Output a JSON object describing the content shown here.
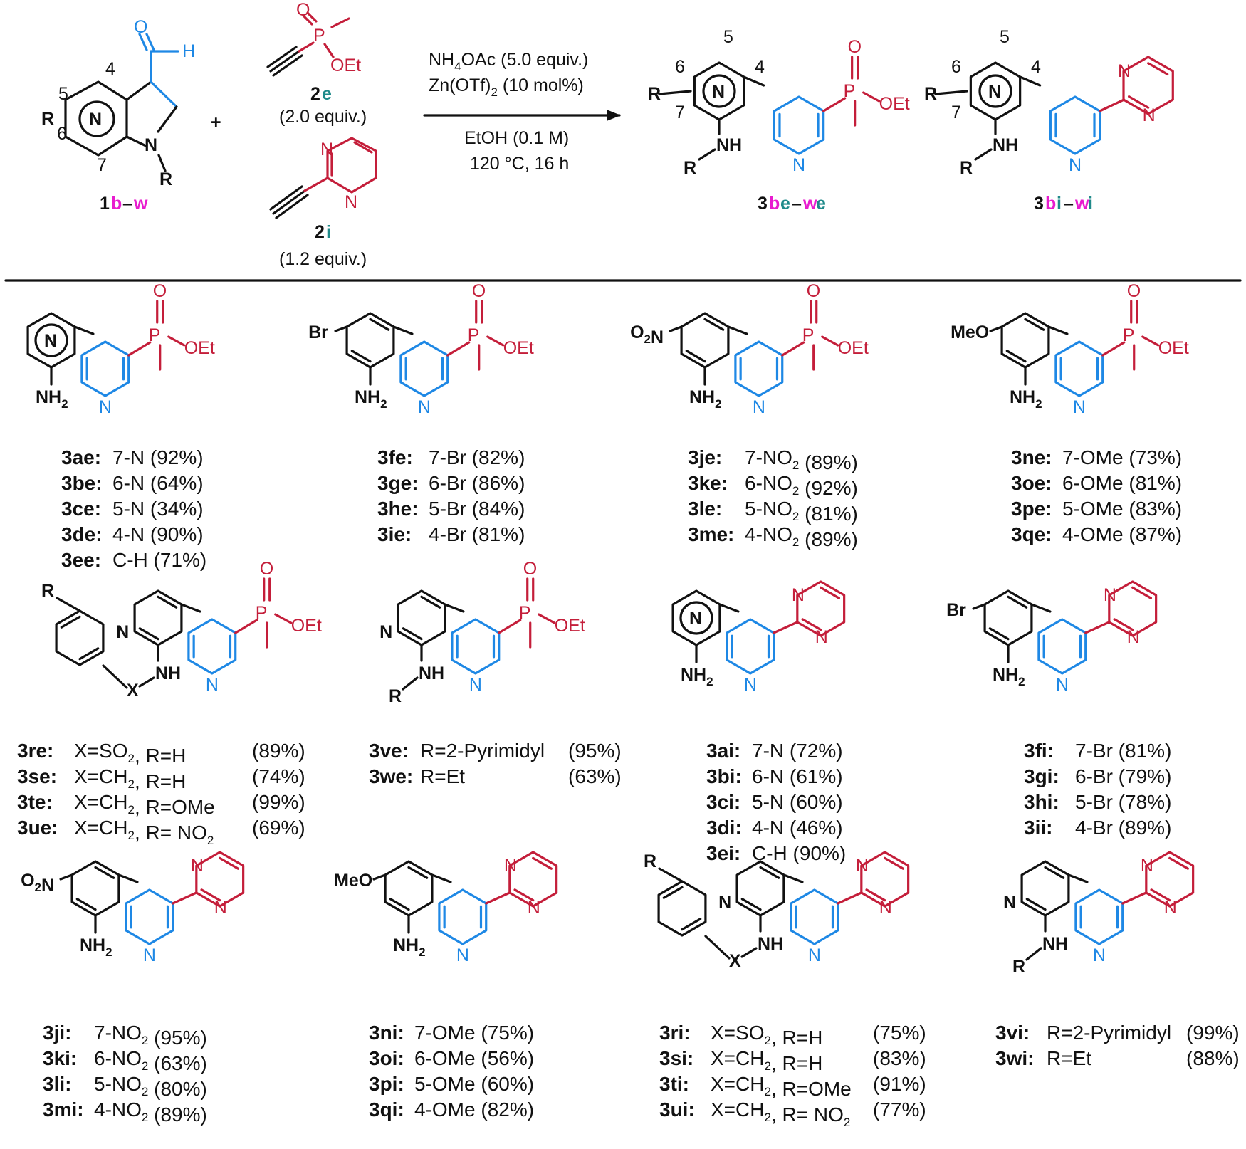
{
  "scheme": {
    "reactant1": {
      "label_prefix": "1",
      "label_b": "b",
      "dash": "–",
      "label_w": "w",
      "aldehyde_H": "H",
      "N": "N",
      "R": "R",
      "ring_positions": [
        "4",
        "5",
        "6",
        "7"
      ]
    },
    "reactant2e": {
      "label_prefix": "2",
      "label_letter": "e",
      "equiv": "(2.0 equiv.)",
      "P": "P",
      "O": "O",
      "OEt": "OEt"
    },
    "reactant2i": {
      "label_prefix": "2",
      "label_letter": "i",
      "equiv": "(1.2 equiv.)",
      "N": "N"
    },
    "plus": "+",
    "conditions": {
      "line1": "NH4OAc (5.0 equiv.)",
      "line2": "Zn(OTf)2 (10 mol%)",
      "line3": "EtOH (0.1 M)",
      "line4": "120 °C, 16 h"
    },
    "product_e": {
      "prefix": "3",
      "b": "b",
      "e1": "e",
      "dash": "–",
      "w": "w",
      "e2": "e"
    },
    "product_i": {
      "prefix": "3",
      "b": "b",
      "i1": "i",
      "dash": "–",
      "w": "w",
      "i2": "i"
    },
    "generic": {
      "R": "R",
      "NH": "NH",
      "N": "N",
      "P": "P",
      "O": "O",
      "OEt": "OEt",
      "positions": [
        "4",
        "5",
        "6",
        "7"
      ]
    }
  },
  "substituents": {
    "NH2": "NH2",
    "Br": "Br",
    "O2N": "O2N",
    "MeO": "MeO",
    "N": "N",
    "NH": "NH",
    "R": "R",
    "X": "X",
    "P": "P",
    "O": "O",
    "OEt": "OEt"
  },
  "entries": {
    "g1": [
      {
        "id": "3ae:",
        "text": "7-N (92%)"
      },
      {
        "id": "3be:",
        "text": "6-N (64%)"
      },
      {
        "id": "3ce:",
        "text": "5-N (34%)"
      },
      {
        "id": "3de:",
        "text": "4-N (90%)"
      },
      {
        "id": "3ee:",
        "text": "C-H (71%)"
      }
    ],
    "g2": [
      {
        "id": "3fe:",
        "text": "7-Br (82%)"
      },
      {
        "id": "3ge:",
        "text": "6-Br (86%)"
      },
      {
        "id": "3he:",
        "text": "5-Br (84%)"
      },
      {
        "id": "3ie:",
        "text": "4-Br (81%)"
      }
    ],
    "g3": [
      {
        "id": "3je:",
        "text": "7-NO2 (89%)"
      },
      {
        "id": "3ke:",
        "text": "6-NO2 (92%)"
      },
      {
        "id": "3le:",
        "text": "5-NO2 (81%)"
      },
      {
        "id": "3me:",
        "text": "4-NO2 (89%)"
      }
    ],
    "g4": [
      {
        "id": "3ne:",
        "text": "7-OMe (73%)"
      },
      {
        "id": "3oe:",
        "text": "6-OMe (81%)"
      },
      {
        "id": "3pe:",
        "text": "5-OMe (83%)"
      },
      {
        "id": "3qe:",
        "text": "4-OMe (87%)"
      }
    ],
    "g5": [
      {
        "id": "3re:",
        "text": "X=SO2, R=H",
        "yield": "(89%)"
      },
      {
        "id": "3se:",
        "text": "X=CH2, R=H",
        "yield": "(74%)"
      },
      {
        "id": "3te:",
        "text": "X=CH2, R=OMe",
        "yield": "(99%)"
      },
      {
        "id": "3ue:",
        "text": "X=CH2, R= NO2",
        "yield": "(69%)"
      }
    ],
    "g6": [
      {
        "id": "3ve:",
        "text": "R=2-Pyrimidyl",
        "yield": "(95%)"
      },
      {
        "id": "3we:",
        "text": "R=Et",
        "yield": "(63%)"
      }
    ],
    "g7": [
      {
        "id": "3ai:",
        "text": "7-N (72%)"
      },
      {
        "id": "3bi:",
        "text": "6-N (61%)"
      },
      {
        "id": "3ci:",
        "text": "5-N (60%)"
      },
      {
        "id": "3di:",
        "text": "4-N (46%)"
      },
      {
        "id": "3ei:",
        "text": "C-H (90%)"
      }
    ],
    "g8": [
      {
        "id": "3fi:",
        "text": "7-Br (81%)"
      },
      {
        "id": "3gi:",
        "text": "6-Br (79%)"
      },
      {
        "id": "3hi:",
        "text": "5-Br (78%)"
      },
      {
        "id": "3ii:",
        "text": "4-Br (89%)"
      }
    ],
    "g9": [
      {
        "id": "3ji:",
        "text": "7-NO2 (95%)"
      },
      {
        "id": "3ki:",
        "text": "6-NO2 (63%)"
      },
      {
        "id": "3li:",
        "text": "5-NO2 (80%)"
      },
      {
        "id": "3mi:",
        "text": "4-NO2 (89%)"
      }
    ],
    "g10": [
      {
        "id": "3ni:",
        "text": "7-OMe (75%)"
      },
      {
        "id": "3oi:",
        "text": "6-OMe (56%)"
      },
      {
        "id": "3pi:",
        "text": "5-OMe (60%)"
      },
      {
        "id": "3qi:",
        "text": "4-OMe (82%)"
      }
    ],
    "g11": [
      {
        "id": "3ri:",
        "text": "X=SO2, R=H",
        "yield": "(75%)"
      },
      {
        "id": "3si:",
        "text": "X=CH2, R=H",
        "yield": "(83%)"
      },
      {
        "id": "3ti:",
        "text": "X=CH2, R=OMe",
        "yield": "(91%)"
      },
      {
        "id": "3ui:",
        "text": "X=CH2, R= NO2",
        "yield": "(77%)"
      }
    ],
    "g12": [
      {
        "id": "3vi:",
        "text": "R=2-Pyrimidyl",
        "yield": "(99%)"
      },
      {
        "id": "3wi:",
        "text": "R=Et",
        "yield": "(88%)"
      }
    ]
  },
  "colors": {
    "pyridine": "#1e88e5",
    "phosphinate": "#c41e3a",
    "pyrimidine": "#c41e3a",
    "label_magenta": "#e81ccf",
    "label_teal": "#1f8a8a"
  }
}
